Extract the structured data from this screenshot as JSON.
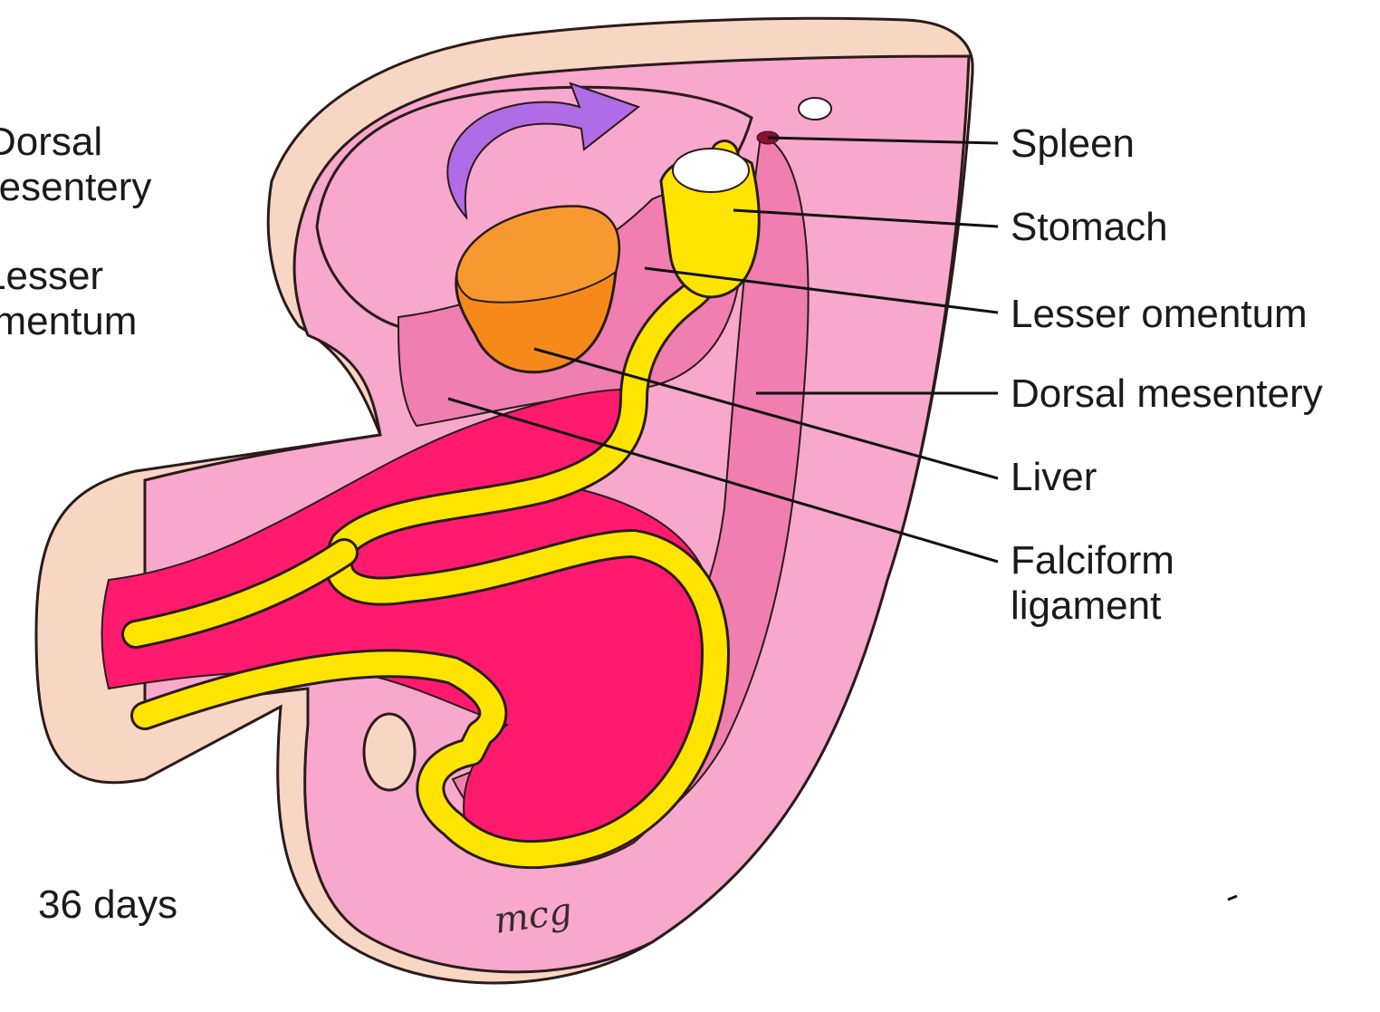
{
  "colors": {
    "outer_tissue": "#f8d6c4",
    "mesentery_light": "#f7a8cc",
    "mesentery_mid": "#f07eb0",
    "liver": "#ff1a6e",
    "gut_tube": "#ffe400",
    "stomach_organ": "#f58a1a",
    "arrow": "#b06be6",
    "outline": "#2b1b1b"
  },
  "icons": {
    "rotation_arrow": "curved-arrow-icon"
  },
  "labels_left": [
    {
      "id": "dorsal-mesentery-left",
      "lines": [
        "Dorsal",
        "mesentery"
      ]
    },
    {
      "id": "lesser-omentum-left",
      "lines": [
        "Lesser",
        "omentum"
      ]
    }
  ],
  "labels_right": [
    {
      "id": "spleen",
      "text": "Spleen"
    },
    {
      "id": "stomach",
      "text": "Stomach"
    },
    {
      "id": "lesser-omentum",
      "text": "Lesser omentum"
    },
    {
      "id": "dorsal-mesentery",
      "text": "Dorsal mesentery"
    },
    {
      "id": "liver",
      "text": "Liver"
    },
    {
      "id": "falciform-ligament",
      "lines": [
        "Falciform",
        "ligament"
      ]
    }
  ],
  "stage_label": "36 days",
  "signature": "mcg"
}
